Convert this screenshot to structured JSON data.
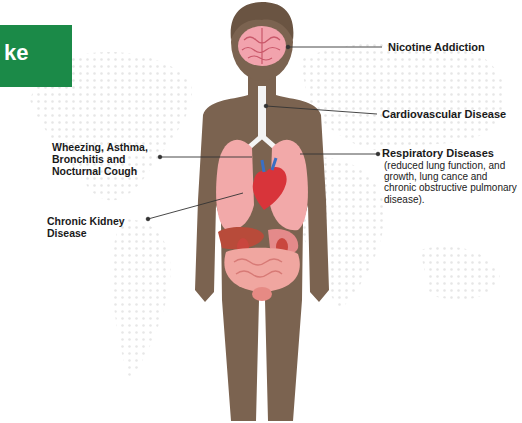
{
  "diagram": {
    "nodes": [
      {
        "text": [
          "ke"
        ]
      }
    ],
    "labels": [
      "Nicotine Addiction",
      "Cardiovascular Disease",
      "Wheezing, Asthma, Bronchitis and Nocturnal Cough",
      "Respiratory Diseases",
      "(reduced lung function, and growth, lung cance and chronic obstructive pulmonary disease).",
      "Chronic Kidney Disease"
    ]
  }
}
